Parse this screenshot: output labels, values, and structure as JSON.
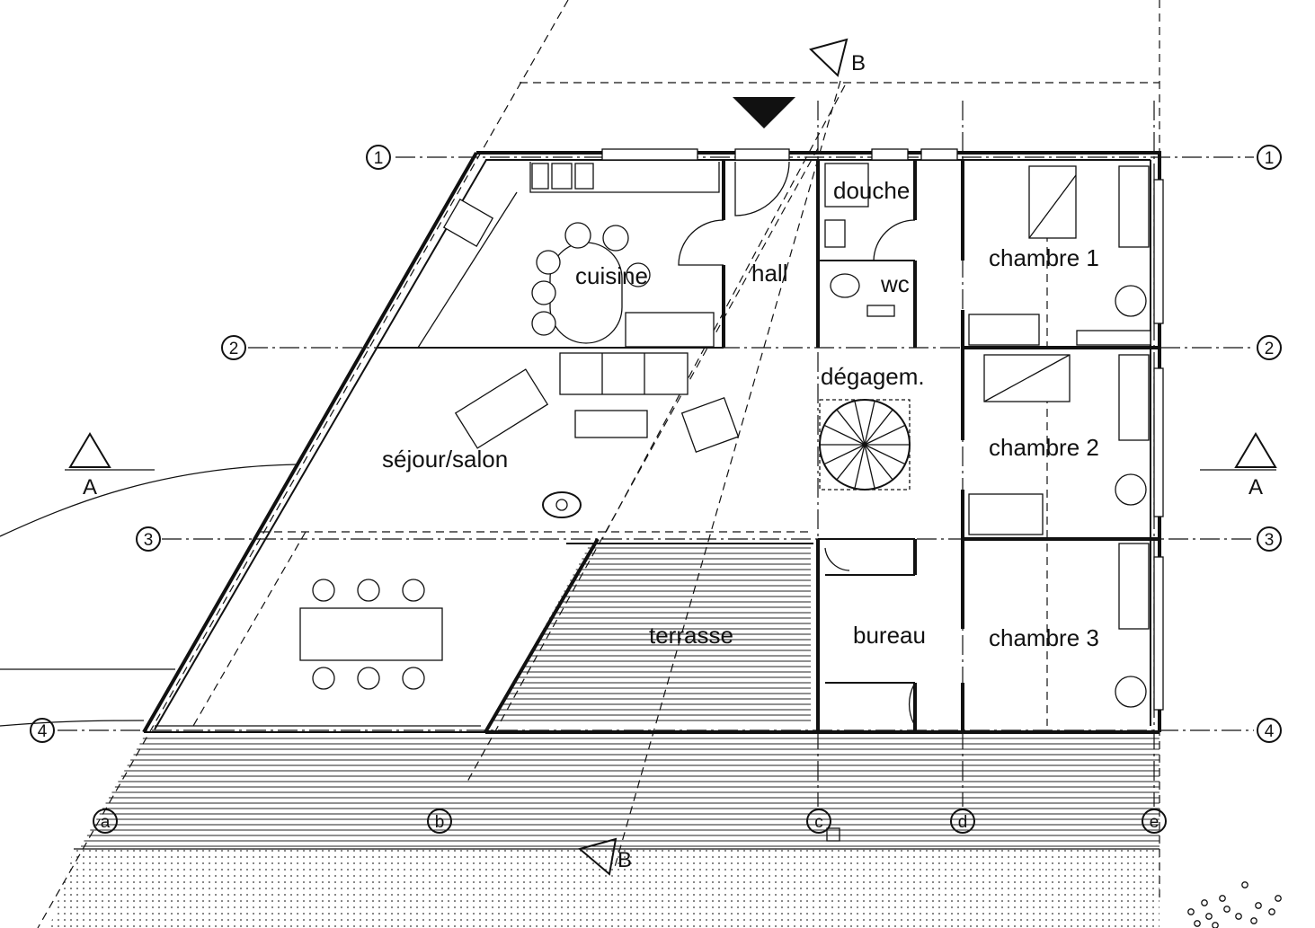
{
  "rooms": {
    "cuisine": "cuisine",
    "hall": "hall",
    "douche": "douche",
    "wc": "wc",
    "chambre1": "chambre 1",
    "chambre2": "chambre 2",
    "chambre3": "chambre 3",
    "degagement": "dégagem.",
    "sejour": "séjour/salon",
    "terrasse": "terrasse",
    "bureau": "bureau"
  },
  "axes": {
    "rows": [
      "1",
      "2",
      "3",
      "4"
    ],
    "cols": [
      "a",
      "b",
      "c",
      "d",
      "e"
    ]
  },
  "sections": {
    "a": "A",
    "b": "B"
  }
}
